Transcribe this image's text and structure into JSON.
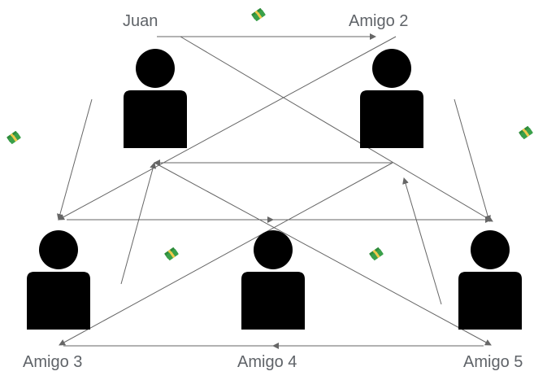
{
  "people": [
    {
      "id": "juan",
      "label": "Juan"
    },
    {
      "id": "amigo2",
      "label": "Amigo 2"
    },
    {
      "id": "amigo3",
      "label": "Amigo 3"
    },
    {
      "id": "amigo4",
      "label": "Amigo 4"
    },
    {
      "id": "amigo5",
      "label": "Amigo 5"
    }
  ],
  "icons": {
    "person": "person-icon",
    "money": "money-icon"
  },
  "colors": {
    "person": "#000000",
    "arrow": "#666666",
    "label": "#5f6368",
    "money_bill": "#2e8b3a",
    "money_band": "#f2c94c"
  }
}
